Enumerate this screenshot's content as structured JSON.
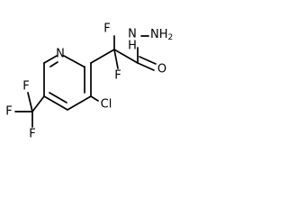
{
  "labels": {
    "nh": "N",
    "nh_h": "H",
    "nh2_n": "NH",
    "nh2_sub": "2",
    "o": "O",
    "pyridine_n": "N",
    "f_alpha_1": "F",
    "f_alpha_2": "F",
    "cl": "Cl",
    "f_cf3_1": "F",
    "f_cf3_2": "F",
    "f_cf3_3": "F"
  },
  "colors": {
    "bond": "#000000",
    "text": "#000000",
    "background": "#ffffff"
  }
}
